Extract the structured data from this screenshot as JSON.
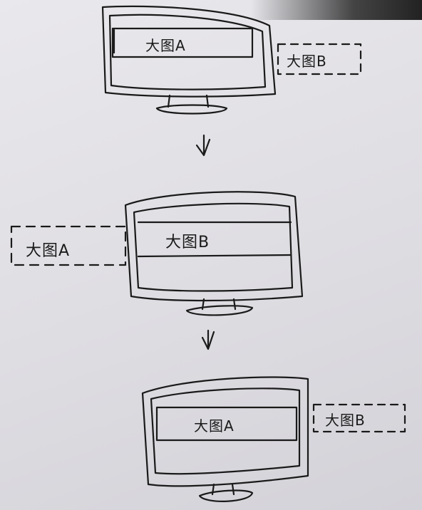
{
  "ink_color": "#1a1a1a",
  "paper_color": "#e5e4e8",
  "steps": [
    {
      "screen_label": "大图A",
      "offscreen_label": "大图B"
    },
    {
      "screen_label": "大图B",
      "offscreen_label": "大图A"
    },
    {
      "screen_label": "大图A",
      "offscreen_label": "大图B"
    }
  ],
  "arrows": [
    "↓",
    "↓"
  ]
}
